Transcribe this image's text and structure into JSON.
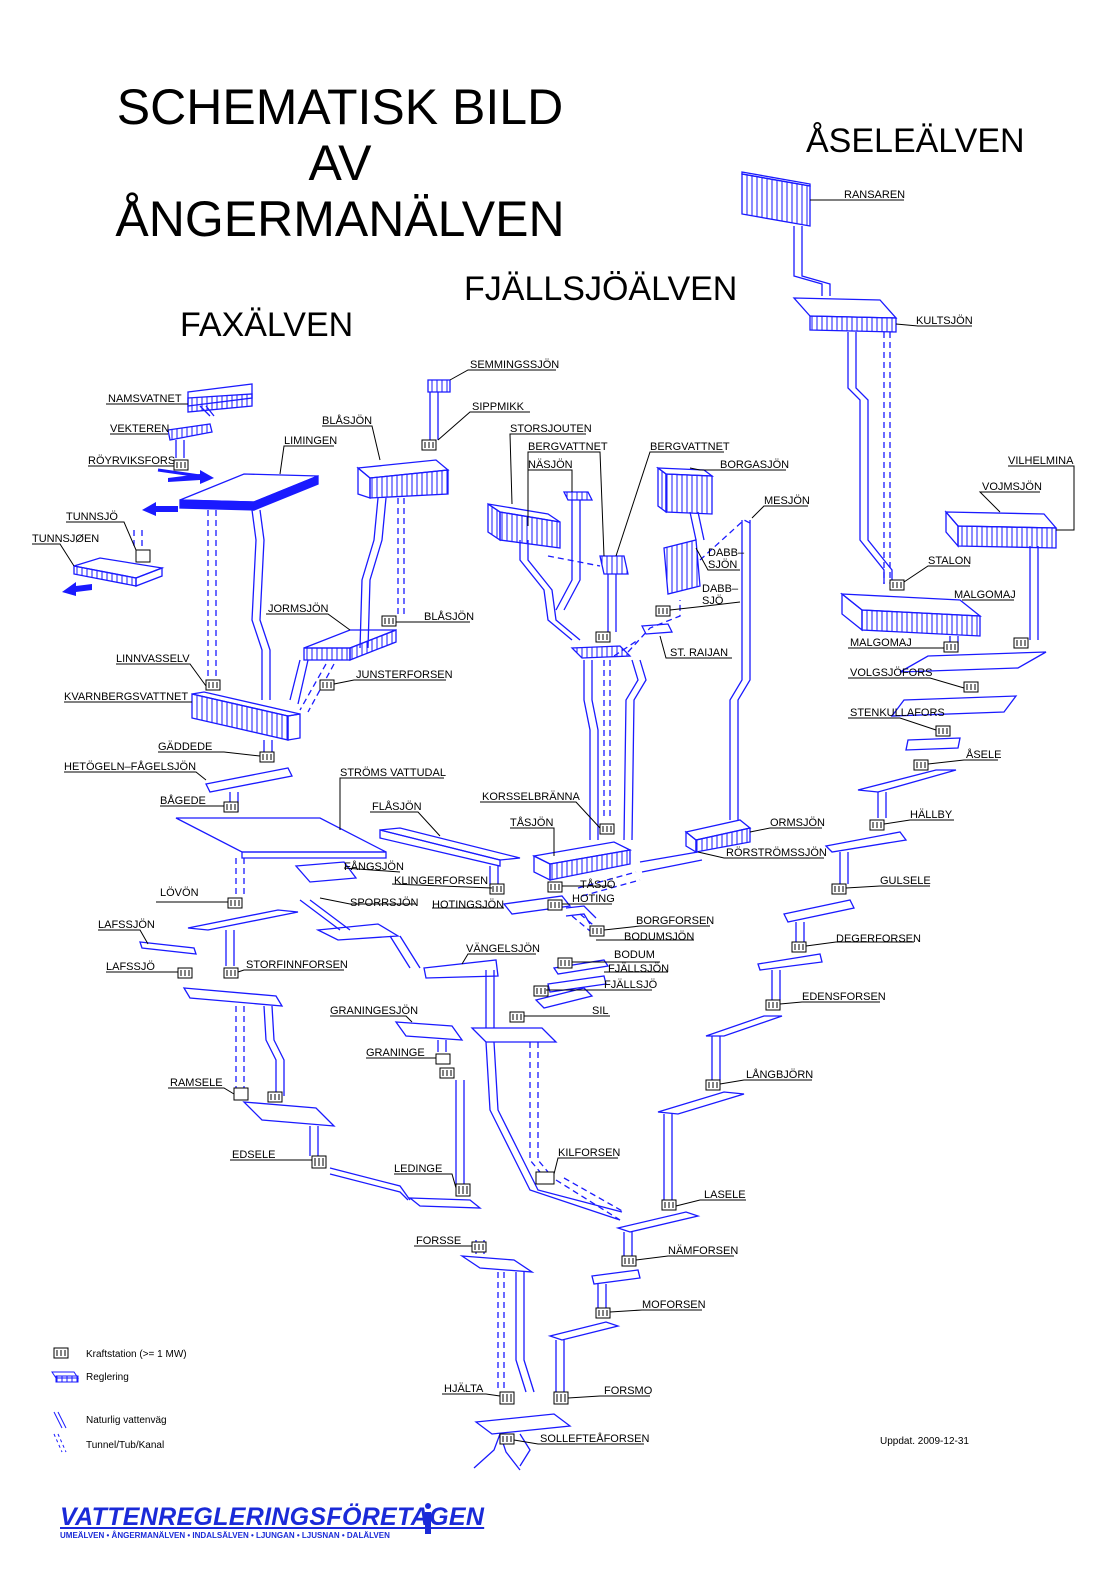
{
  "title": {
    "line1": "SCHEMATISK BILD",
    "line2": "AV",
    "line3": "ÅNGERMANÄLVEN"
  },
  "rivers": {
    "aseleälven": "ÅSELEÄLVEN",
    "fjällsjöälven": "FJÄLLSJÖÄLVEN",
    "faxälven": "FAXÄLVEN"
  },
  "colors": {
    "water": "#1a1aff",
    "text": "#000000",
    "brand": "#1a2ad8"
  },
  "labels": [
    {
      "id": "ransaren",
      "text": "RANSAREN"
    },
    {
      "id": "kultsjon",
      "text": "KULTSJÖN"
    },
    {
      "id": "semmingssjon",
      "text": "SEMMINGSSJÖN"
    },
    {
      "id": "sippmikk",
      "text": "SIPPMIKK"
    },
    {
      "id": "namsvatnet",
      "text": "NAMSVATNET"
    },
    {
      "id": "vekteren",
      "text": "VEKTEREN"
    },
    {
      "id": "royrviksfors",
      "text": "RÖYRVIKSFORS"
    },
    {
      "id": "liminegen",
      "text": "LIMINGEN"
    },
    {
      "id": "blasjon1",
      "text": "BLÅSJÖN"
    },
    {
      "id": "storsjouten",
      "text": "STORSJOUTEN"
    },
    {
      "id": "bergvattnet1",
      "text": "BERGVATTNET"
    },
    {
      "id": "bergvattnet2",
      "text": "BERGVATTNET"
    },
    {
      "id": "nasjon",
      "text": "NÄSJÖN"
    },
    {
      "id": "borgasjon",
      "text": "BORGASJÖN"
    },
    {
      "id": "vilhelmina",
      "text": "VILHELMINA"
    },
    {
      "id": "vojmsjon",
      "text": "VOJMSJÖN"
    },
    {
      "id": "mesjon",
      "text": "MESJÖN"
    },
    {
      "id": "tunnsjo",
      "text": "TUNNSJÖ"
    },
    {
      "id": "tunnsjoen",
      "text": "TUNNSJØEN"
    },
    {
      "id": "dabbsjon1",
      "text": "DABB–"
    },
    {
      "id": "dabbsjon2",
      "text": "SJÖN"
    },
    {
      "id": "dabbsjo1",
      "text": "DABB–"
    },
    {
      "id": "dabbsjo2",
      "text": "SJÖ"
    },
    {
      "id": "stalon",
      "text": "STALON"
    },
    {
      "id": "malgomaj1",
      "text": "MALGOMAJ"
    },
    {
      "id": "jormsjon",
      "text": "JORMSJÖN"
    },
    {
      "id": "blasjon2",
      "text": "BLÅSJÖN"
    },
    {
      "id": "st_raijan",
      "text": "ST. RAIJAN"
    },
    {
      "id": "malgomaj2",
      "text": "MALGOMAJ"
    },
    {
      "id": "linnvasselv",
      "text": "LINNVASSELV"
    },
    {
      "id": "junsterforsen",
      "text": "JUNSTERFORSEN"
    },
    {
      "id": "volgsjofors",
      "text": "VOLGSJÖFORS"
    },
    {
      "id": "kvarnbergsvattnet",
      "text": "KVARNBERGSVATTNET"
    },
    {
      "id": "stenkullafors",
      "text": "STENKULLAFORS"
    },
    {
      "id": "gaddede",
      "text": "GÄDDEDE"
    },
    {
      "id": "asele",
      "text": "ÅSELE"
    },
    {
      "id": "hetogeln",
      "text": "HETÖGELN–FÅGELSJÖN"
    },
    {
      "id": "stroms_vattudal",
      "text": "STRÖMS VATTUDAL"
    },
    {
      "id": "bagede",
      "text": "BÅGEDE"
    },
    {
      "id": "korsselbranna",
      "text": "KORSSELBRÄNNA"
    },
    {
      "id": "flasjon",
      "text": "FLÅSJÖN"
    },
    {
      "id": "hallby",
      "text": "HÄLLBY"
    },
    {
      "id": "ormsjon",
      "text": "ORMSJÖN"
    },
    {
      "id": "tasjon",
      "text": "TÅSJÖN"
    },
    {
      "id": "rorstromssjon",
      "text": "RÖRSTRÖMSSJÖN"
    },
    {
      "id": "fangsjon",
      "text": "FÅNGSJÖN"
    },
    {
      "id": "klingerforsen",
      "text": "KLINGERFORSEN"
    },
    {
      "id": "tasjo",
      "text": "TÅSJÖ"
    },
    {
      "id": "gulsele",
      "text": "GULSELE"
    },
    {
      "id": "lovon",
      "text": "LÖVÖN"
    },
    {
      "id": "sporrsjon",
      "text": "SPORRSJÖN"
    },
    {
      "id": "hotingsjon",
      "text": "HOTINGSJÖN"
    },
    {
      "id": "hoting",
      "text": "HOTING"
    },
    {
      "id": "borgforsen",
      "text": "BORGFORSEN"
    },
    {
      "id": "lafssjon",
      "text": "LAFSSJÖN"
    },
    {
      "id": "bodumsjon",
      "text": "BODUMSJÖN"
    },
    {
      "id": "degerforsen",
      "text": "DEGERFORSEN"
    },
    {
      "id": "vangelsjon",
      "text": "VÄNGELSJÖN"
    },
    {
      "id": "bodum",
      "text": "BODUM"
    },
    {
      "id": "lafssjo",
      "text": "LAFSSJÖ"
    },
    {
      "id": "storfinnforsen",
      "text": "STORFINNFORSEN"
    },
    {
      "id": "fjallsjon1",
      "text": "FJÄLLSJÖN"
    },
    {
      "id": "fjallsjo",
      "text": "FJÄLLSJÖ"
    },
    {
      "id": "edensforsen",
      "text": "EDENSFORSEN"
    },
    {
      "id": "graningesjon",
      "text": "GRANINGESJÖN"
    },
    {
      "id": "sil",
      "text": "SIL"
    },
    {
      "id": "graninge",
      "text": "GRANINGE"
    },
    {
      "id": "langbjorn",
      "text": "LÅNGBJÖRN"
    },
    {
      "id": "ramsele",
      "text": "RAMSELE"
    },
    {
      "id": "kilforsen",
      "text": "KILFORSEN"
    },
    {
      "id": "edsele",
      "text": "EDSELE"
    },
    {
      "id": "ledinge",
      "text": "LEDINGE"
    },
    {
      "id": "lasele",
      "text": "LASELE"
    },
    {
      "id": "forsse",
      "text": "FORSSE"
    },
    {
      "id": "namforsen",
      "text": "NÄMFORSEN"
    },
    {
      "id": "moforsen",
      "text": "MOFORSEN"
    },
    {
      "id": "hjalta",
      "text": "HJÄLTA"
    },
    {
      "id": "forsmo",
      "text": "FORSMO"
    },
    {
      "id": "solleftea",
      "text": "SOLLEFTEÅFORSEN"
    }
  ],
  "legend": {
    "kraftstation": "Kraftstation (>= 1 MW)",
    "reglering": "Reglering",
    "naturlig": "Naturlig vattenväg",
    "tunnel": "Tunnel/Tub/Kanal"
  },
  "updated": "Uppdat. 2009-12-31",
  "brand": {
    "name": "VATTENREGLERINGSFÖRETAGEN",
    "rivers": "UMEÄLVEN • ÅNGERMANÄLVEN • INDALSÄLVEN • LJUNGAN • LJUSNAN • DALÄLVEN"
  }
}
